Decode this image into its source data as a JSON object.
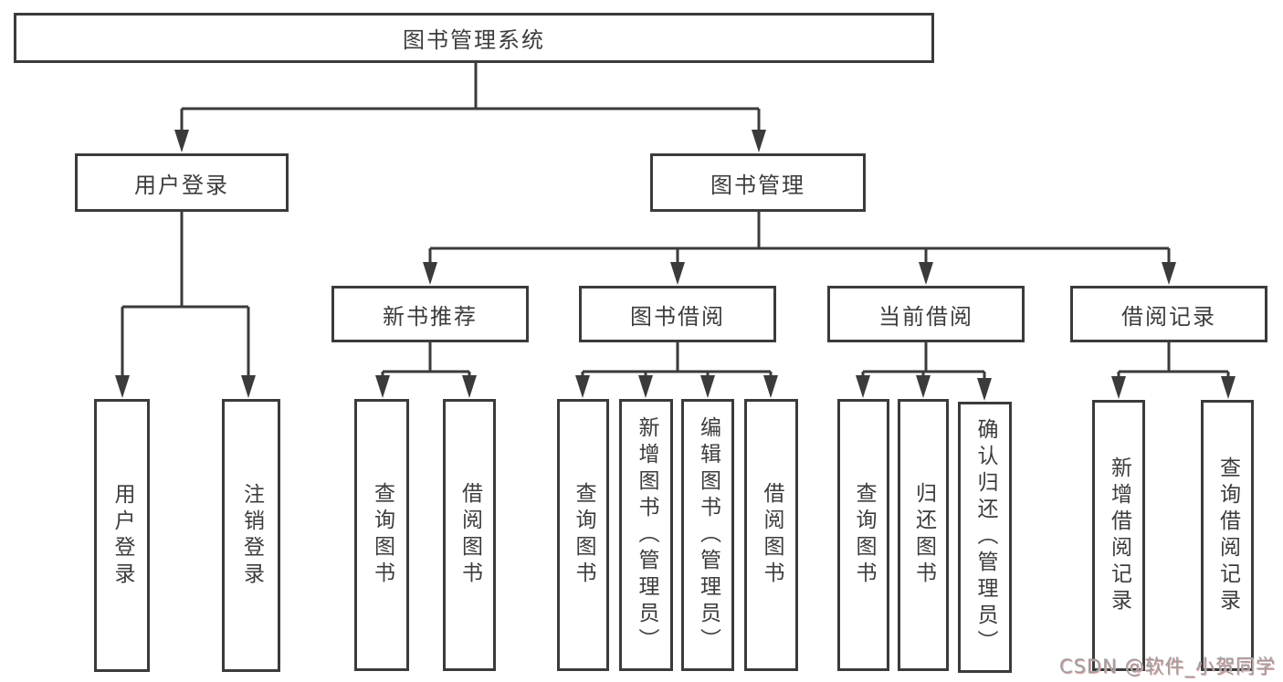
{
  "tree": {
    "label": "图书管理系统",
    "children": [
      {
        "label": "用户登录",
        "children": [
          {
            "label": "用户登录"
          },
          {
            "label": "注销登录"
          }
        ]
      },
      {
        "label": "图书管理",
        "children": [
          {
            "label": "新书推荐",
            "children": [
              {
                "label": "查询图书"
              },
              {
                "label": "借阅图书"
              }
            ]
          },
          {
            "label": "图书借阅",
            "children": [
              {
                "label": "查询图书"
              },
              {
                "label": "新增图书（管理员）"
              },
              {
                "label": "编辑图书（管理员）"
              },
              {
                "label": "借阅图书"
              }
            ]
          },
          {
            "label": "当前借阅",
            "children": [
              {
                "label": "查询图书"
              },
              {
                "label": "归还图书"
              },
              {
                "label": "确认归还（管理员）"
              }
            ]
          },
          {
            "label": "借阅记录",
            "children": [
              {
                "label": "新增借阅记录"
              },
              {
                "label": "查询借阅记录"
              }
            ]
          }
        ]
      }
    ]
  },
  "watermark": {
    "text": "CSDN @软件_小贺同学"
  },
  "colors": {
    "line": "#3b3b3b",
    "text": "#3c3c3c",
    "background": "#ffffff",
    "watermark": "#9e9e9e",
    "watermark_shadow": "#e0a8a8"
  }
}
